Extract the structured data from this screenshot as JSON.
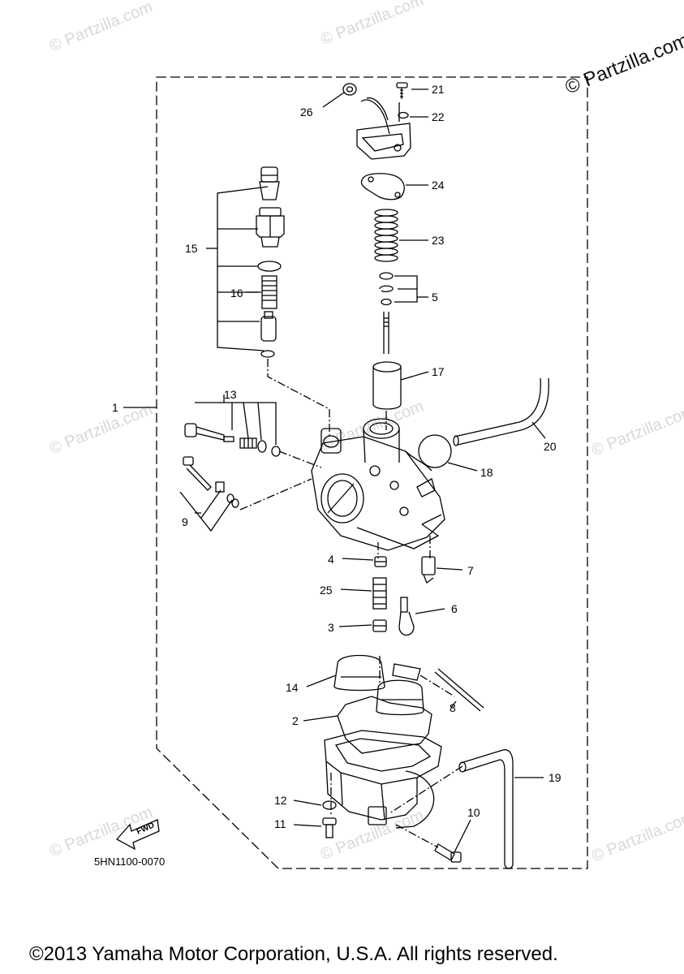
{
  "watermark": "© Partzilla.com",
  "corner_watermark": "© Partzilla.com",
  "diagram_code": "5HN1100-0070",
  "fwd_label": "FWD",
  "copyright": "©2013 Yamaha Motor Corporation, U.S.A. All rights reserved.",
  "callouts": [
    "1",
    "2",
    "3",
    "4",
    "5",
    "6",
    "7",
    "8",
    "9",
    "10",
    "11",
    "12",
    "13",
    "14",
    "15",
    "16",
    "17",
    "18",
    "19",
    "20",
    "21",
    "22",
    "23",
    "24",
    "25",
    "26"
  ]
}
